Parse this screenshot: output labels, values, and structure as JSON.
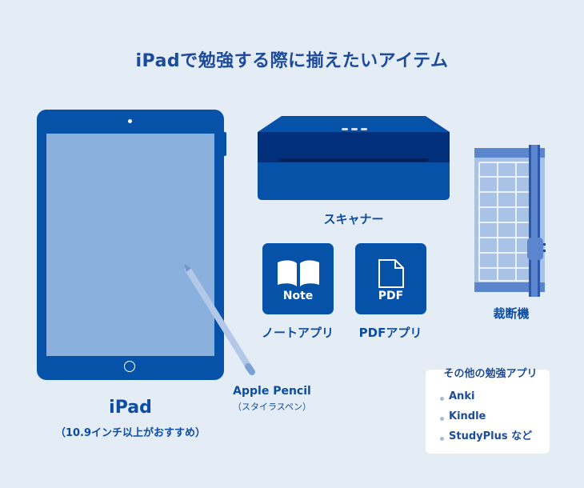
{
  "title": "iPadで勉強する際に揃えたいアイテム",
  "items": {
    "ipad": {
      "label": "iPad",
      "note": "（10.9インチ以上がおすすめ）"
    },
    "pencil": {
      "label": "Apple Pencil",
      "note": "（スタイラスペン）"
    },
    "scanner": {
      "label": "スキャナー"
    },
    "note_app": {
      "icon_text": "Note",
      "label": "ノートアプリ"
    },
    "pdf_app": {
      "icon_text": "PDF",
      "label": "PDFアプリ"
    },
    "cutter": {
      "label": "裁断機"
    }
  },
  "other_apps": {
    "title": "その他の勉強アプリ",
    "items": [
      "Anki",
      "Kindle",
      "StudyPlus など"
    ]
  },
  "colors": {
    "background": "#e4ecf6",
    "primary_blue": "#0552a8",
    "dark_blue": "#012f7a",
    "screen_blue": "#8ab1dd",
    "light_blue": "#a9c3e6",
    "text_blue": "#0d4da1"
  }
}
